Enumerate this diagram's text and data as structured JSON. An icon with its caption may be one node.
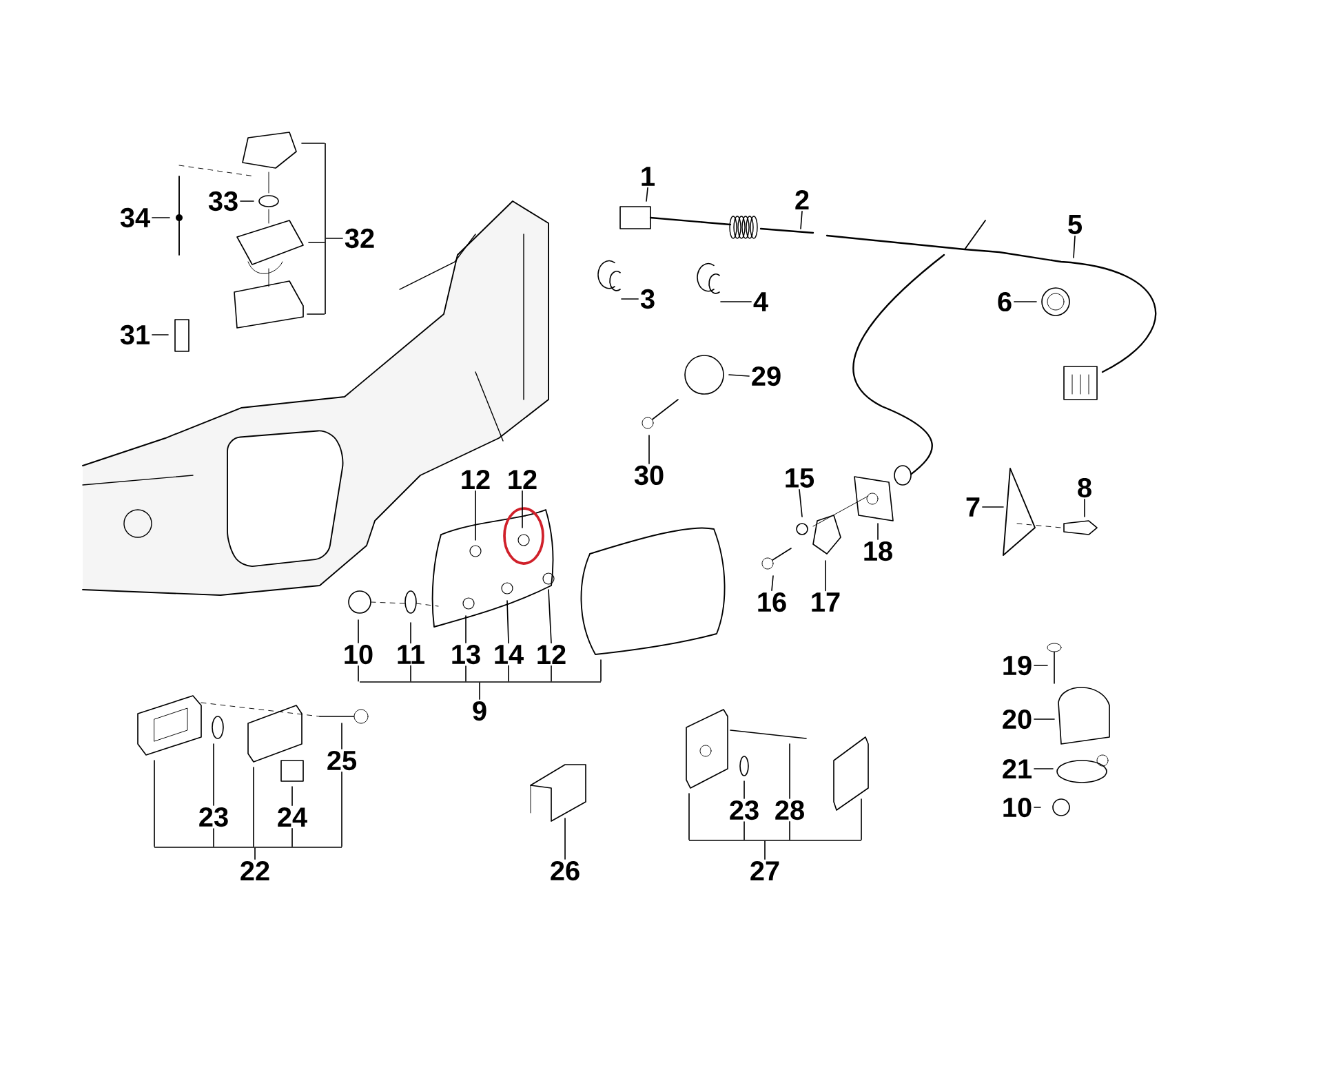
{
  "diagram": {
    "nodes": [
      {
        "text": [
          "1"
        ]
      },
      {
        "text": [
          "2"
        ]
      },
      {
        "text": [
          "5"
        ]
      },
      {
        "text": [
          "3"
        ]
      },
      {
        "text": [
          "4"
        ]
      },
      {
        "text": [
          "6"
        ]
      },
      {
        "text": [
          "29"
        ]
      },
      {
        "text": [
          "34"
        ]
      },
      {
        "text": [
          "33"
        ]
      },
      {
        "text": [
          "32"
        ]
      },
      {
        "text": [
          "31"
        ]
      },
      {
        "text": [
          "30"
        ]
      },
      {
        "text": [
          "12"
        ]
      },
      {
        "text": [
          "12"
        ]
      },
      {
        "text": [
          "15"
        ]
      },
      {
        "text": [
          "7"
        ]
      },
      {
        "text": [
          "8"
        ]
      },
      {
        "text": [
          "18"
        ]
      },
      {
        "text": [
          "16"
        ]
      },
      {
        "text": [
          "17"
        ]
      },
      {
        "text": [
          "10"
        ]
      },
      {
        "text": [
          "11"
        ]
      },
      {
        "text": [
          "13"
        ]
      },
      {
        "text": [
          "14"
        ]
      },
      {
        "text": [
          "12"
        ]
      },
      {
        "text": [
          "9"
        ]
      },
      {
        "text": [
          "19"
        ]
      },
      {
        "text": [
          "20"
        ]
      },
      {
        "text": [
          "21"
        ]
      },
      {
        "text": [
          "10"
        ]
      },
      {
        "text": [
          "25"
        ]
      },
      {
        "text": [
          "23"
        ]
      },
      {
        "text": [
          "24"
        ]
      },
      {
        "text": [
          "22"
        ]
      },
      {
        "text": [
          "26"
        ]
      },
      {
        "text": [
          "23"
        ]
      },
      {
        "text": [
          "28"
        ]
      },
      {
        "text": [
          "27"
        ]
      },
      {
        "text": [],
        "shape": "bar"
      },
      {
        "text": [],
        "shape": "bar"
      },
      {
        "text": [],
        "shape": "bar"
      },
      {
        "text": [],
        "shape": "bar"
      }
    ],
    "edges": [
      {
        "from": 0,
        "to": null,
        "arrow": "none"
      },
      {
        "from": 1,
        "to": null,
        "arrow": "none"
      },
      {
        "from": 2,
        "to": null,
        "arrow": "none"
      },
      {
        "from": 3,
        "to": null,
        "arrow": "none"
      },
      {
        "from": 4,
        "to": null,
        "arrow": "none"
      },
      {
        "from": 5,
        "to": null,
        "arrow": "none"
      },
      {
        "from": 6,
        "to": null,
        "arrow": "none"
      },
      {
        "from": 7,
        "to": null,
        "arrow": "none"
      },
      {
        "from": 8,
        "to": null,
        "arrow": "none"
      },
      {
        "from": 9,
        "to": 38,
        "arrow": "none"
      },
      {
        "from": 38,
        "to": null,
        "arrow": "none"
      },
      {
        "from": 38,
        "to": null,
        "arrow": "none"
      },
      {
        "from": 38,
        "to": null,
        "arrow": "none"
      },
      {
        "from": 10,
        "to": null,
        "arrow": "none"
      },
      {
        "from": 11,
        "to": null,
        "arrow": "none"
      },
      {
        "from": 12,
        "to": null,
        "arrow": "none"
      },
      {
        "from": 13,
        "to": null,
        "arrow": "none"
      },
      {
        "from": 14,
        "to": null,
        "arrow": "none"
      },
      {
        "from": 15,
        "to": null,
        "arrow": "none"
      },
      {
        "from": 16,
        "to": null,
        "arrow": "none"
      },
      {
        "from": 17,
        "to": null,
        "arrow": "none"
      },
      {
        "from": 18,
        "to": null,
        "arrow": "none"
      },
      {
        "from": 19,
        "to": null,
        "arrow": "none"
      },
      {
        "from": 20,
        "to": null,
        "arrow": "none"
      },
      {
        "from": 20,
        "to": 39,
        "arrow": "none"
      },
      {
        "from": 21,
        "to": null,
        "arrow": "none"
      },
      {
        "from": 21,
        "to": 39,
        "arrow": "none"
      },
      {
        "from": 22,
        "to": null,
        "arrow": "none"
      },
      {
        "from": 22,
        "to": 39,
        "arrow": "none"
      },
      {
        "from": 23,
        "to": null,
        "arrow": "none"
      },
      {
        "from": 23,
        "to": 39,
        "arrow": "none"
      },
      {
        "from": 24,
        "to": null,
        "arrow": "none"
      },
      {
        "from": 24,
        "to": 39,
        "arrow": "none"
      },
      {
        "from": 25,
        "to": 39,
        "arrow": "none"
      },
      {
        "from": 39,
        "to": null,
        "arrow": "none"
      },
      {
        "from": 26,
        "to": null,
        "arrow": "none"
      },
      {
        "from": 27,
        "to": null,
        "arrow": "none"
      },
      {
        "from": 28,
        "to": null,
        "arrow": "none"
      },
      {
        "from": 29,
        "to": null,
        "arrow": "none"
      },
      {
        "from": 30,
        "to": null,
        "arrow": "none"
      },
      {
        "from": 30,
        "to": 40,
        "arrow": "none"
      },
      {
        "from": 31,
        "to": null,
        "arrow": "none"
      },
      {
        "from": 31,
        "to": 40,
        "arrow": "none"
      },
      {
        "from": 32,
        "to": null,
        "arrow": "none"
      },
      {
        "from": 32,
        "to": 40,
        "arrow": "none"
      },
      {
        "from": 33,
        "to": 40,
        "arrow": "none"
      },
      {
        "from": 40,
        "to": null,
        "arrow": "none"
      },
      {
        "from": 40,
        "to": null,
        "arrow": "none"
      },
      {
        "from": 34,
        "to": null,
        "arrow": "none"
      },
      {
        "from": 35,
        "to": null,
        "arrow": "none"
      },
      {
        "from": 35,
        "to": 41,
        "arrow": "none"
      },
      {
        "from": 36,
        "to": null,
        "arrow": "none"
      },
      {
        "from": 36,
        "to": 41,
        "arrow": "none"
      },
      {
        "from": 37,
        "to": 41,
        "arrow": "none"
      },
      {
        "from": 41,
        "to": null,
        "arrow": "none"
      },
      {
        "from": 41,
        "to": null,
        "arrow": "none"
      }
    ]
  }
}
